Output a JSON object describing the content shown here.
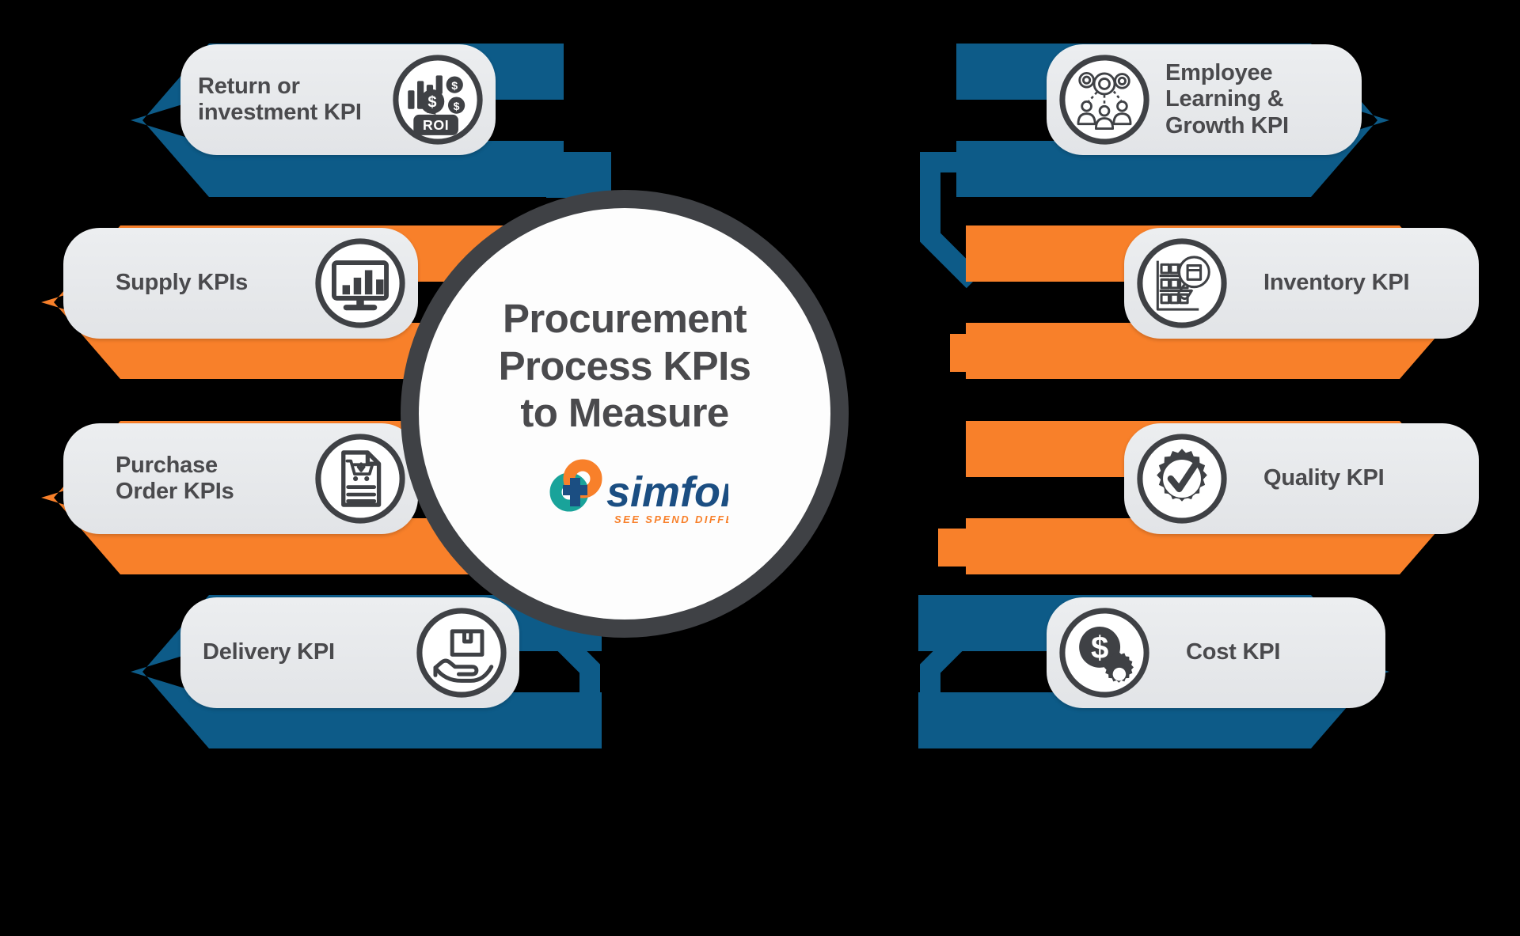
{
  "center": {
    "title_lines": [
      "Procurement",
      "Process KPIs",
      "to Measure"
    ],
    "logo": {
      "wordmark": "simfoni",
      "tagline": "SEE SPEND DIFFERENTLY"
    }
  },
  "colors": {
    "blue": "#0d5b88",
    "orange": "#f8802a",
    "panel_gray": "#e7e9ec",
    "text_dark": "#4a4a4d",
    "ring_dark": "#3f4145",
    "logo_navy": "#1b4e82",
    "logo_teal": "#19a39a",
    "logo_orange": "#f8802a",
    "background": "#000000"
  },
  "panels": [
    {
      "id": "roi",
      "side": "left",
      "label": "Return or\ninvestment KPI",
      "icon": "roi-chart-coins-icon",
      "accent": "#0d5b88"
    },
    {
      "id": "supply",
      "side": "left",
      "label": "Supply KPIs",
      "icon": "monitor-bar-chart-icon",
      "accent": "#f8802a"
    },
    {
      "id": "purchase",
      "side": "left",
      "label": "Purchase\nOrder KPIs",
      "icon": "purchase-order-document-icon",
      "accent": "#f8802a"
    },
    {
      "id": "delivery",
      "side": "left",
      "label": "Delivery KPI",
      "icon": "hand-package-delivery-icon",
      "accent": "#0d5b88"
    },
    {
      "id": "learning",
      "side": "right",
      "label": "Employee\nLearning &\nGrowth KPI",
      "icon": "gears-people-icon",
      "accent": "#0d5b88"
    },
    {
      "id": "inventory",
      "side": "right",
      "label": "Inventory KPI",
      "icon": "shelf-magnifier-icon",
      "accent": "#f8802a"
    },
    {
      "id": "quality",
      "side": "right",
      "label": "Quality KPI",
      "icon": "gear-checkmark-badge-icon",
      "accent": "#f8802a"
    },
    {
      "id": "cost",
      "side": "right",
      "label": "Cost KPI",
      "icon": "dollar-coin-gear-icon",
      "accent": "#0d5b88"
    }
  ]
}
